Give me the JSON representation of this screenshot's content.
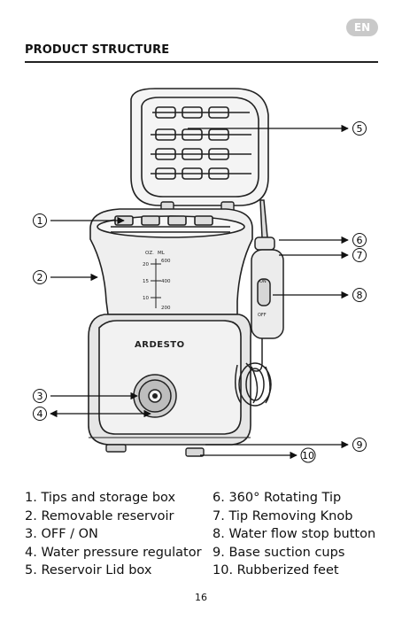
{
  "language_badge": "EN",
  "heading": "PRODUCT STRUCTURE",
  "device": {
    "brand": "ARDESTO",
    "scale_units": [
      "OZ.",
      "ML"
    ],
    "scale_oz": [
      "20",
      "15",
      "10"
    ],
    "scale_ml": [
      "600",
      "400",
      "200"
    ],
    "switch_on": "ON",
    "switch_off": "OFF"
  },
  "callouts": [
    "1",
    "2",
    "3",
    "4",
    "5",
    "6",
    "7",
    "8",
    "9",
    "10"
  ],
  "parts_left": [
    "1. Tips and storage box",
    "2. Removable reservoir",
    "3. OFF / ON",
    "4. Water pressure regulator",
    "5. Reservoir Lid box"
  ],
  "parts_right": [
    "6. 360° Rotating Tip",
    "7. Tip Removing Knob",
    "8. Water flow stop button",
    "9. Base suction cups",
    "10. Rubberized feet"
  ],
  "page_number": "16"
}
